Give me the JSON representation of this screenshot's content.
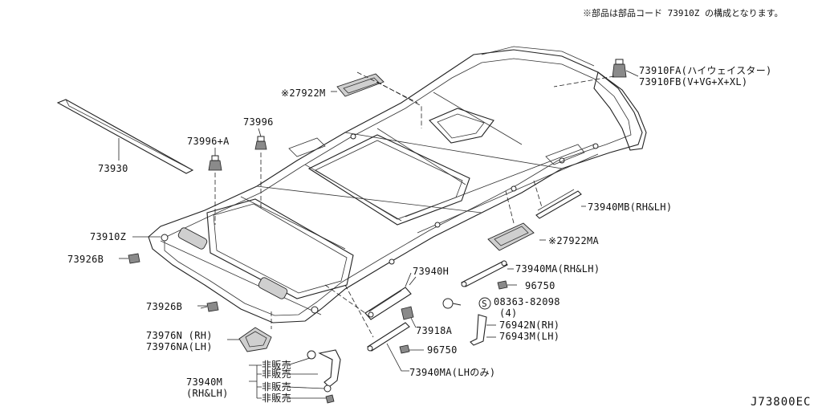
{
  "header_note": "※部品は部品コード 73910Z の構成となります。",
  "diagram_code": "J73800EC",
  "labels": {
    "p27922M": "※27922M",
    "p73910FA": "73910FA(ハイウェイスター)",
    "p73910FB": "73910FB(V+VG+X+XL)",
    "p73996": "73996",
    "p73996A": "73996+A",
    "p73930": "73930",
    "p73940MB": "73940MB(RH&LH)",
    "p73910Z": "73910Z",
    "p27922MA": "※27922MA",
    "p73926B_1": "73926B",
    "p73940H": "73940H",
    "p73940MA": "73940MA(RH&LH)",
    "p96750_1": "96750",
    "p08363": "08363-82098",
    "p08363_qty": "(4)",
    "p08363_symbol": "S",
    "p73926B_2": "73926B",
    "p73918A": "73918A",
    "p76942N": "76942N(RH)",
    "p76943M": "76943M(LH)",
    "p73976N": "73976N (RH)",
    "p73976NA": "73976NA(LH)",
    "p96750_2": "96750",
    "p73940MA_LH": "73940MA(LHのみ)",
    "p73940M": "73940M",
    "p73940M_side": "(RH&LH)",
    "not_sold_1": "非販売",
    "not_sold_2": "非販売",
    "not_sold_3": "非販売",
    "not_sold_4": "非販売"
  }
}
